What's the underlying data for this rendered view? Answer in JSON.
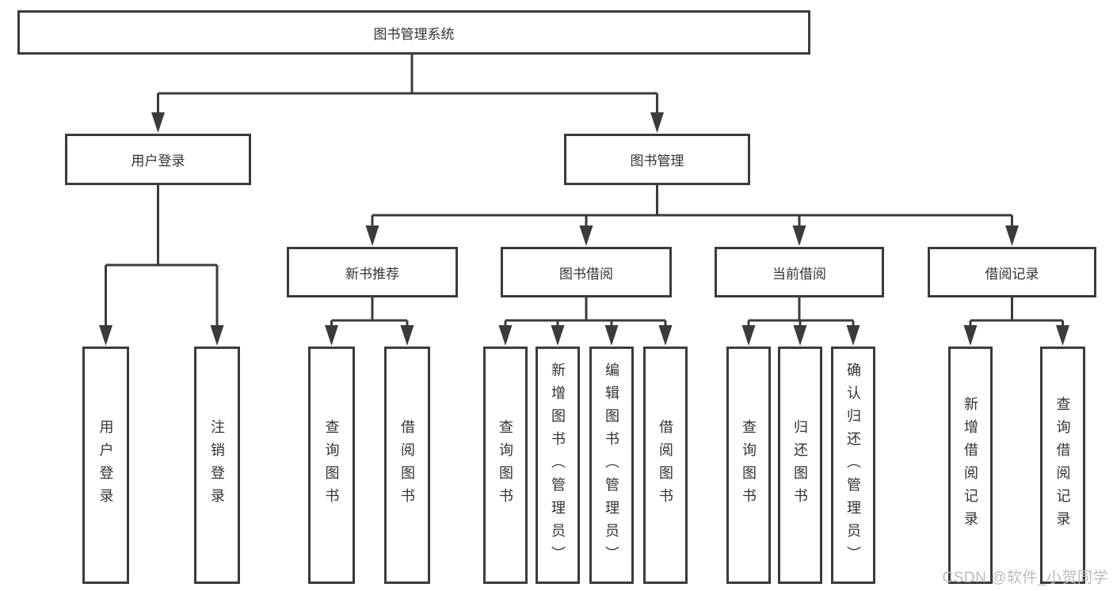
{
  "title": "图书管理系统",
  "level1": [
    {
      "label": "用户登录"
    },
    {
      "label": "图书管理"
    }
  ],
  "level2": [
    {
      "label": "新书推荐"
    },
    {
      "label": "图书借阅"
    },
    {
      "label": "当前借阅"
    },
    {
      "label": "借阅记录"
    }
  ],
  "leaves": {
    "user_login": [
      "用户登录",
      "注销登录"
    ],
    "new_book": [
      "查询图书",
      "借阅图书"
    ],
    "book_borrow": [
      "查询图书",
      "新增图书（管理员）",
      "编辑图书（管理员）",
      "借阅图书"
    ],
    "current_borrow": [
      "查询图书",
      "归还图书",
      "确认归还（管理员）"
    ],
    "borrow_records": [
      "新增借阅记录",
      "查询借阅记录"
    ]
  },
  "watermark": "CSDN @软件_小贺同学",
  "colors": {
    "line": "#3b3b3b",
    "text": "#333333",
    "background": "#ffffff",
    "watermark": "#b7bcc2"
  }
}
